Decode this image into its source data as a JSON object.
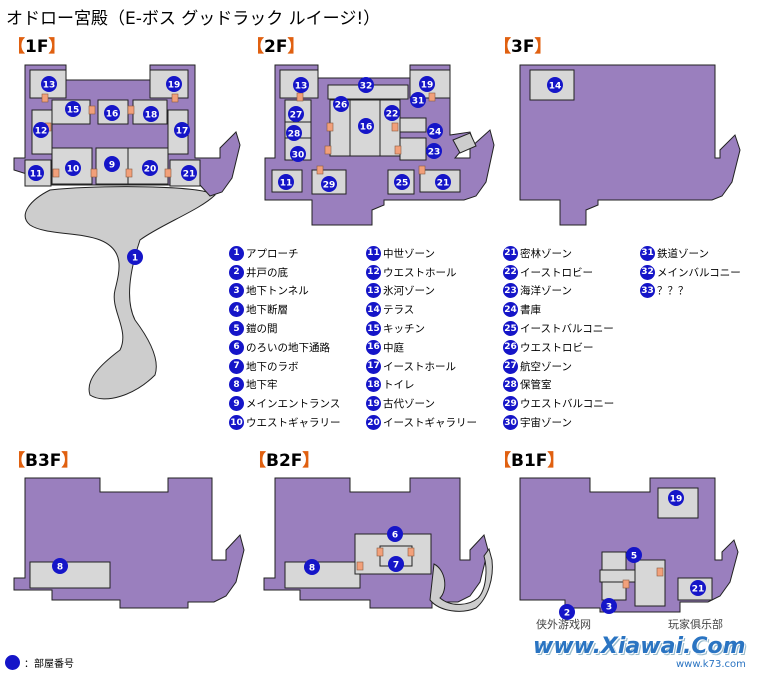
{
  "title": "オドロー宮殿（E-ボス グッドラック ルイージ!）",
  "floors": [
    "1F",
    "2F",
    "3F",
    "B3F",
    "B2F",
    "B1F"
  ],
  "colors": {
    "floor": "#9a7fbe",
    "room": "#d7d7d7",
    "marker": "#1515c8",
    "door": "#f2a07a",
    "bracket": "#e06010"
  },
  "legend": [
    {
      "n": "1",
      "name": "アプローチ"
    },
    {
      "n": "2",
      "name": "井戸の底"
    },
    {
      "n": "3",
      "name": "地下トンネル"
    },
    {
      "n": "4",
      "name": "地下断層"
    },
    {
      "n": "5",
      "name": "鎧の間"
    },
    {
      "n": "6",
      "name": "のろいの地下通路"
    },
    {
      "n": "7",
      "name": "地下のラボ"
    },
    {
      "n": "8",
      "name": "地下牢"
    },
    {
      "n": "9",
      "name": "メインエントランス"
    },
    {
      "n": "10",
      "name": "ウエストギャラリー"
    },
    {
      "n": "11",
      "name": "中世ゾーン"
    },
    {
      "n": "12",
      "name": "ウエストホール"
    },
    {
      "n": "13",
      "name": "氷河ゾーン"
    },
    {
      "n": "14",
      "name": "テラス"
    },
    {
      "n": "15",
      "name": "キッチン"
    },
    {
      "n": "16",
      "name": "中庭"
    },
    {
      "n": "17",
      "name": "イーストホール"
    },
    {
      "n": "18",
      "name": "トイレ"
    },
    {
      "n": "19",
      "name": "古代ゾーン"
    },
    {
      "n": "20",
      "name": "イーストギャラリー"
    },
    {
      "n": "21",
      "name": "密林ゾーン"
    },
    {
      "n": "22",
      "name": "イーストロビー"
    },
    {
      "n": "23",
      "name": "海洋ゾーン"
    },
    {
      "n": "24",
      "name": "書庫"
    },
    {
      "n": "25",
      "name": "イーストバルコニー"
    },
    {
      "n": "26",
      "name": "ウエストロビー"
    },
    {
      "n": "27",
      "name": "航空ゾーン"
    },
    {
      "n": "28",
      "name": "保管室"
    },
    {
      "n": "29",
      "name": "ウエストバルコニー"
    },
    {
      "n": "30",
      "name": "宇宙ゾーン"
    },
    {
      "n": "31",
      "name": "鉄道ゾーン"
    },
    {
      "n": "32",
      "name": "メインバルコニー"
    },
    {
      "n": "33",
      "name": "？？？"
    }
  ],
  "key_label": "：部屋番号",
  "watermark": {
    "site_cn": "侠外游戏网",
    "club": "玩家俱乐部",
    "logo": "www.Xiawai.Com",
    "url": "www.k73.com"
  }
}
